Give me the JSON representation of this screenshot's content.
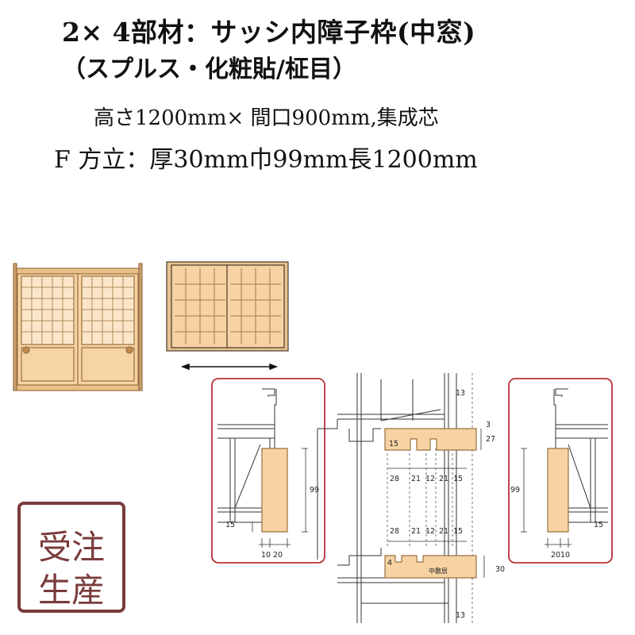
{
  "title": "2× 4部材：サッシ内障子枠(中窓)",
  "subtitle": "（スプルス・化粧貼/柾目）",
  "spec_size": "高さ1200mm× 間口900mm,集成芯",
  "spec_part": "F 方立：厚30mm巾99mm長1200mm",
  "stamp": {
    "line1": "受注",
    "line2": "生産"
  },
  "dims": {
    "left_height": "99",
    "left_bottom": "15",
    "left_width_a": "10",
    "left_width_b": "20",
    "right_height": "99",
    "right_bottom": "15",
    "right_width_a": "20",
    "right_width_b": "10",
    "center_top_thk": "13",
    "center_gap": "3",
    "center_height": "27",
    "center_notch": "15",
    "center_row1": [
      "28",
      "21",
      "12",
      "21",
      "15"
    ],
    "center_row2": [
      "28",
      "21",
      "12",
      "21",
      "15"
    ],
    "center_lower_thk": "30",
    "center_lower_mark": "4",
    "center_lower_label": "中敷居",
    "center_bottom_thk": "13"
  },
  "colors": {
    "wood": "#f7d3a3",
    "wood_stroke": "#9a7040",
    "frame_red": "#b8303a",
    "stamp": "#7a3b3b"
  }
}
